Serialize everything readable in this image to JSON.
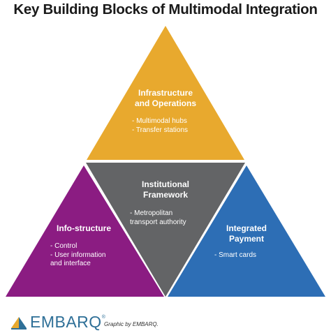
{
  "title": "Key Building Blocks of Multimodal Integration",
  "colors": {
    "infrastructure": "#e8a92e",
    "institutional": "#636466",
    "info_structure": "#8b1c82",
    "payment": "#2d6eb5"
  },
  "blocks": {
    "infrastructure": {
      "heading": [
        "Infrastructure",
        "and Operations"
      ],
      "items": [
        "- Multimodal hubs",
        "- Transfer stations"
      ]
    },
    "institutional": {
      "heading": [
        "Institutional",
        "Framework"
      ],
      "items": [
        "- Metropolitan",
        "transport authority"
      ]
    },
    "info_structure": {
      "heading": [
        "Info-structure"
      ],
      "items": [
        "- Control",
        "- User information",
        "and interface"
      ]
    },
    "payment": {
      "heading": [
        "Integrated",
        "Payment"
      ],
      "items": [
        "- Smart cards"
      ]
    }
  },
  "brand": {
    "logo_icon": "embarq-logo-icon",
    "name": "EMBARQ",
    "registered_mark": "®",
    "credit": "Graphic by EMBARQ."
  }
}
